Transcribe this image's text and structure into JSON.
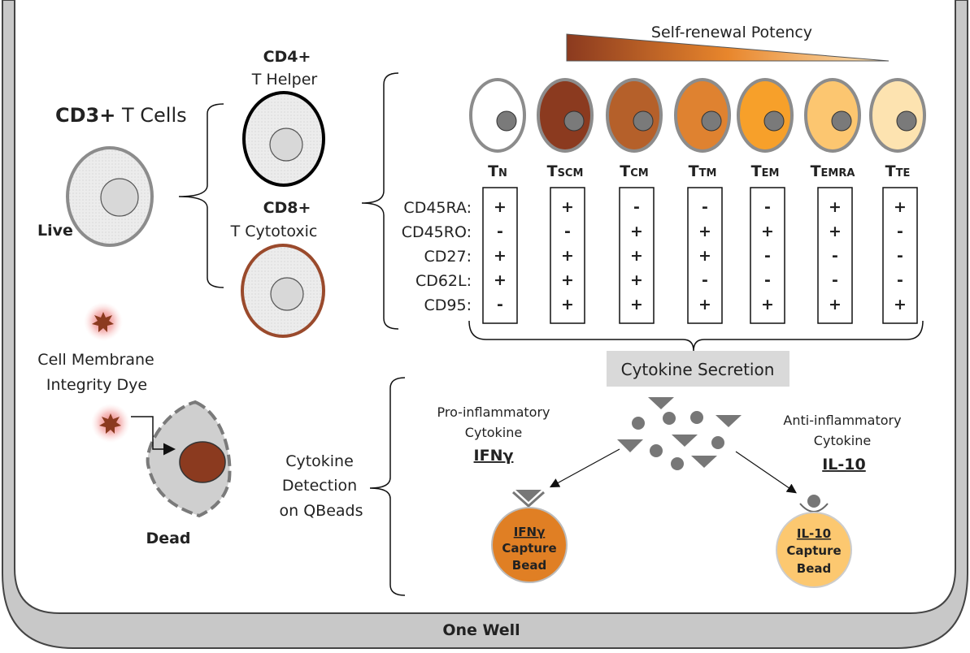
{
  "labels": {
    "cd3_bold": "CD3+",
    "cd3_rest": " T Cells",
    "live": "Live",
    "cd4_title": "CD4+",
    "cd4_sub": "T Helper",
    "cd8_title": "CD8+",
    "cd8_sub": "T Cytotoxic",
    "dye_line1": "Cell Membrane",
    "dye_line2": "Integrity Dye",
    "dead": "Dead",
    "potency": "Self-renewal Potency",
    "cytokine_secretion": "Cytokine Secretion",
    "detection_line1": "Cytokine",
    "detection_line2": "Detection",
    "detection_line3": "on QBeads",
    "pro_line1": "Pro-inflammatory",
    "pro_line2": "Cytokine",
    "pro_name": "IFNγ",
    "anti_line1": "Anti-inflammatory",
    "anti_line2": "Cytokine",
    "anti_name": "IL-10",
    "ifn_bead_line1": "IFNγ",
    "ifn_bead_line2": "Capture",
    "ifn_bead_line3": "Bead",
    "il10_bead_line1": "IL-10",
    "il10_bead_line2": "Capture",
    "il10_bead_line3": "Bead",
    "well": "One Well"
  },
  "markers": [
    "CD45RA:",
    "CD45RO:",
    "CD27:",
    "CD62L:",
    "CD95:"
  ],
  "subsets": [
    {
      "main": "T",
      "sub": "N",
      "fill": "#ffffff",
      "profile": [
        "+",
        "-",
        "+",
        "+",
        "-"
      ]
    },
    {
      "main": "T",
      "sub": "SCM",
      "fill": "#8b3a1f",
      "profile": [
        "+",
        "-",
        "+",
        "+",
        "+"
      ]
    },
    {
      "main": "T",
      "sub": "CM",
      "fill": "#b5602a",
      "profile": [
        "-",
        "+",
        "+",
        "+",
        "+"
      ]
    },
    {
      "main": "T",
      "sub": "TM",
      "fill": "#df8230",
      "profile": [
        "-",
        "+",
        "+",
        "-",
        "+"
      ]
    },
    {
      "main": "T",
      "sub": "EM",
      "fill": "#f7a02a",
      "profile": [
        "-",
        "+",
        "-",
        "-",
        "+"
      ]
    },
    {
      "main": "T",
      "sub": "EMRA",
      "fill": "#fcc670",
      "profile": [
        "+",
        "+",
        "-",
        "-",
        "+"
      ]
    },
    {
      "main": "T",
      "sub": "TE",
      "fill": "#fde3b0",
      "profile": [
        "+",
        "-",
        "-",
        "-",
        "+"
      ]
    }
  ],
  "colors": {
    "cd8_border": "#9a4a2c",
    "dead_nucleus": "#8b3a1f",
    "ifn_bead": "#e07f24",
    "il10_bead": "#fcc870",
    "well_gray": "#c8c8c8"
  }
}
